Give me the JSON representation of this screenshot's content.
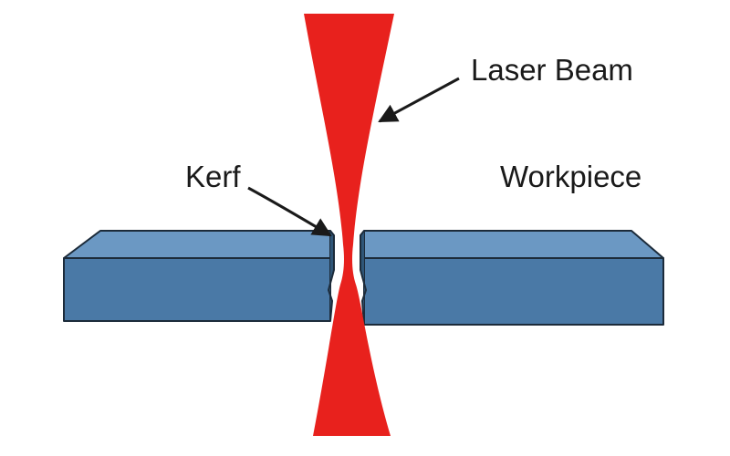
{
  "labels": {
    "laser_beam": "Laser Beam",
    "kerf": "Kerf",
    "workpiece": "Workpiece"
  },
  "colors": {
    "beam": "#e8211d",
    "workpiece_front": "#4a79a6",
    "workpiece_top": "#6b98c3",
    "workpiece_dark": "#2f5678",
    "outline": "#1c2b3a",
    "text": "#1a1a1a"
  }
}
